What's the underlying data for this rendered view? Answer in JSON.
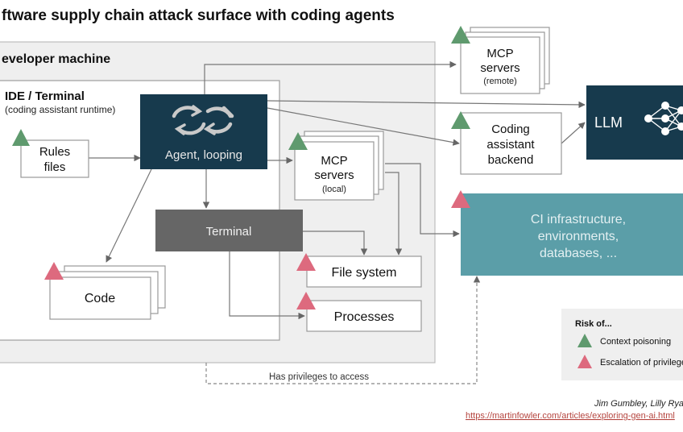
{
  "title": "ftware supply chain attack surface with coding agents",
  "developer_machine": {
    "label": "eveloper machine"
  },
  "ide": {
    "label": "IDE / Terminal",
    "sublabel": "(coding assistant runtime)"
  },
  "agent": {
    "label": "Agent, looping",
    "icon": "loop-arrows-icon"
  },
  "rules_files": {
    "line1": "Rules",
    "line2": "files"
  },
  "terminal": {
    "label": "Terminal"
  },
  "mcp_local": {
    "line1": "MCP",
    "line2": "servers",
    "sub": "(local)"
  },
  "mcp_remote": {
    "line1": "MCP",
    "line2": "servers",
    "sub": "(remote)"
  },
  "code": {
    "label": "Code"
  },
  "file_system": {
    "label": "File system"
  },
  "processes": {
    "label": "Processes"
  },
  "backend": {
    "line1": "Coding",
    "line2": "assistant",
    "line3": "backend"
  },
  "llm": {
    "label": "LLM",
    "icon": "neural-network-icon"
  },
  "ci": {
    "line1": "CI infrastructure,",
    "line2": "environments,",
    "line3": "databases, ..."
  },
  "privileges_label": "Has privileges to access",
  "legend": {
    "title": "Risk of...",
    "items": [
      {
        "label": "Context poisoning",
        "color": "#5f9a6e"
      },
      {
        "label": "Escalation of privileges",
        "color": "#dd6a7e"
      }
    ]
  },
  "credit": {
    "authors": "Jim Gumbley, Lilly Ryan",
    "url": "https://martinfowler.com/articles/exploring-gen-ai.html"
  },
  "colors": {
    "agent_fill": "#173a4d",
    "terminal_fill": "#666666",
    "ci_fill": "#5b9ea8",
    "machine_fill": "#efefef",
    "risk_green": "#5f9a6e",
    "risk_red": "#dd6a7e",
    "link": "#b5453f"
  }
}
